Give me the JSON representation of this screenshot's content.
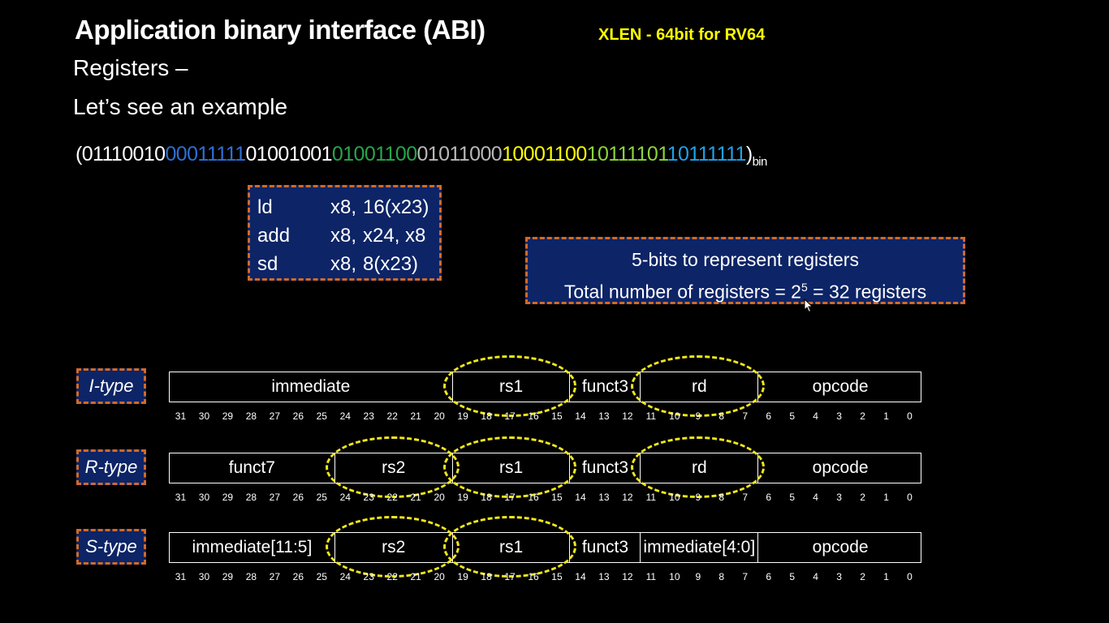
{
  "title": "Application binary interface (ABI)",
  "xlen_note": "XLEN - 64bit for RV64",
  "registers_heading": "Registers –",
  "example_heading": "Let’s see an example",
  "binary": {
    "open": "(",
    "segments": [
      {
        "text": "01110010",
        "color": "#ffffff"
      },
      {
        "text": "00011111",
        "color": "#2f6fd6"
      },
      {
        "text": "01001001",
        "color": "#ffffff"
      },
      {
        "text": "01001100",
        "color": "#27a64a"
      },
      {
        "text": "01011000",
        "color": "#b8b8b8"
      },
      {
        "text": "10001100",
        "color": "#ffff00"
      },
      {
        "text": "10111101",
        "color": "#8cd43a"
      },
      {
        "text": "10111111",
        "color": "#1fa2e8"
      }
    ],
    "close": ")",
    "subscript": "bin"
  },
  "assembly": [
    {
      "op": "ld",
      "arg1": "x8,",
      "arg2": "16(x23)"
    },
    {
      "op": "add",
      "arg1": "x8,",
      "arg2": "x24, x8"
    },
    {
      "op": "sd",
      "arg1": "x8,",
      "arg2": "8(x23)"
    }
  ],
  "note": {
    "line1": "5-bits to represent registers",
    "line2_prefix": "Total number of registers = 2",
    "line2_sup": "5",
    "line2_suffix": " = 32 registers"
  },
  "bit_numbers": [
    "31",
    "30",
    "29",
    "28",
    "27",
    "26",
    "25",
    "24",
    "23",
    "22",
    "21",
    "20",
    "19",
    "18",
    "17",
    "16",
    "15",
    "14",
    "13",
    "12",
    "11",
    "10",
    "9",
    "8",
    "7",
    "6",
    "5",
    "4",
    "3",
    "2",
    "1",
    "0"
  ],
  "formats": [
    {
      "label": "I-type",
      "fields": [
        {
          "name": "immediate",
          "hi": 31,
          "lo": 20
        },
        {
          "name": "rs1",
          "hi": 19,
          "lo": 15
        },
        {
          "name": "funct3",
          "hi": 14,
          "lo": 12
        },
        {
          "name": "rd",
          "hi": 11,
          "lo": 7
        },
        {
          "name": "opcode",
          "hi": 6,
          "lo": 0
        }
      ],
      "highlighted": [
        "rs1",
        "rd"
      ]
    },
    {
      "label": "R-type",
      "fields": [
        {
          "name": "funct7",
          "hi": 31,
          "lo": 25
        },
        {
          "name": "rs2",
          "hi": 24,
          "lo": 20
        },
        {
          "name": "rs1",
          "hi": 19,
          "lo": 15
        },
        {
          "name": "funct3",
          "hi": 14,
          "lo": 12
        },
        {
          "name": "rd",
          "hi": 11,
          "lo": 7
        },
        {
          "name": "opcode",
          "hi": 6,
          "lo": 0
        }
      ],
      "highlighted": [
        "rs2",
        "rs1",
        "rd"
      ]
    },
    {
      "label": "S-type",
      "fields": [
        {
          "name": "immediate[11:5]",
          "hi": 31,
          "lo": 25
        },
        {
          "name": "rs2",
          "hi": 24,
          "lo": 20
        },
        {
          "name": "rs1",
          "hi": 19,
          "lo": 15
        },
        {
          "name": "funct3",
          "hi": 14,
          "lo": 12
        },
        {
          "name": "immediate[4:0]",
          "hi": 11,
          "lo": 7
        },
        {
          "name": "opcode",
          "hi": 6,
          "lo": 0
        }
      ],
      "highlighted": [
        "rs2",
        "rs1"
      ]
    }
  ],
  "colors": {
    "background": "#000000",
    "box_fill": "#0d2466",
    "box_border": "#d06a2a",
    "highlight": "#f2e81a",
    "xlen": "#ffff00"
  }
}
